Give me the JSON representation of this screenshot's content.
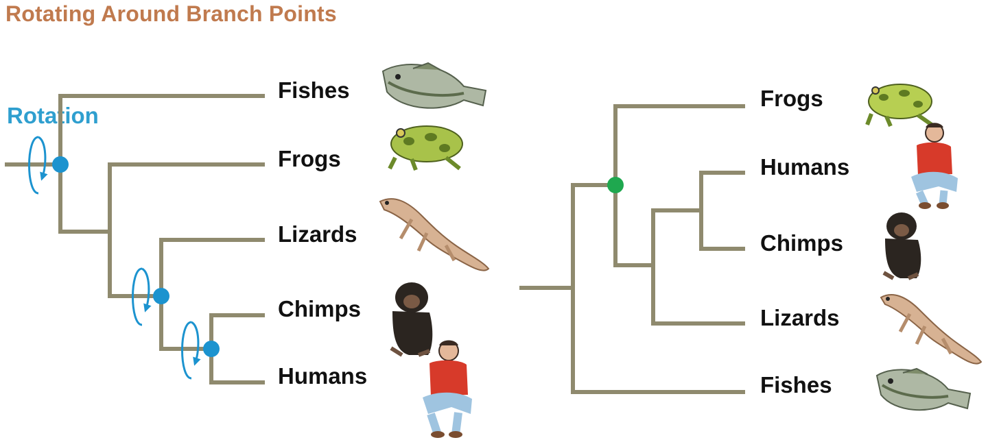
{
  "title": "Rotating Around Branch Points",
  "rotation_label": "Rotation",
  "left_tree": {
    "taxa": [
      "Fishes",
      "Frogs",
      "Lizards",
      "Chimps",
      "Humans"
    ],
    "branch_points": [
      "rotation-node-root",
      "rotation-node-lizard-primate",
      "rotation-node-chimp-human"
    ]
  },
  "right_tree": {
    "taxa": [
      "Frogs",
      "Humans",
      "Chimps",
      "Lizards",
      "Fishes"
    ],
    "highlighted_node": "tetrapod-node"
  },
  "icons": [
    "fish-icon",
    "frog-icon",
    "lizard-icon",
    "chimp-icon",
    "human-icon"
  ],
  "colors": {
    "branch": "#8f8a6e",
    "rotation_node": "#1c93cf",
    "highlight_node": "#1fa84f",
    "title": "#c07a4e",
    "rotation_label": "#2f9fcf"
  }
}
